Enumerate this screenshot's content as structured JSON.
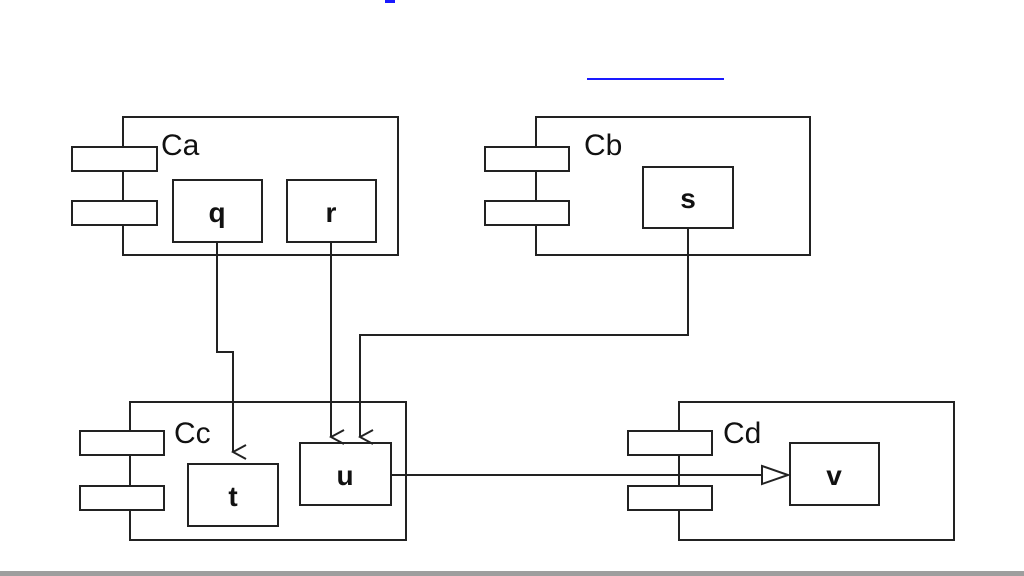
{
  "colors": {
    "stroke": "#222222",
    "link": "#1a1aff",
    "footer_bar": "#9e9e9e",
    "background": "#ffffff"
  },
  "components": [
    {
      "id": "ca",
      "label": "Ca",
      "parts": [
        "q",
        "r"
      ]
    },
    {
      "id": "cb",
      "label": "Cb",
      "parts": [
        "s"
      ]
    },
    {
      "id": "cc",
      "label": "Cc",
      "parts": [
        "t",
        "u"
      ]
    },
    {
      "id": "cd",
      "label": "Cd",
      "parts": [
        "v"
      ]
    }
  ],
  "parts": {
    "q": "q",
    "r": "r",
    "s": "s",
    "t": "t",
    "u": "u",
    "v": "v"
  },
  "connections": [
    {
      "from": "q",
      "to": "t",
      "arrowhead": "open"
    },
    {
      "from": "r",
      "to": "u",
      "arrowhead": "open"
    },
    {
      "from": "s",
      "to": "u",
      "arrowhead": "open"
    },
    {
      "from": "u",
      "to": "v",
      "arrowhead": "hollow-triangle"
    }
  ]
}
